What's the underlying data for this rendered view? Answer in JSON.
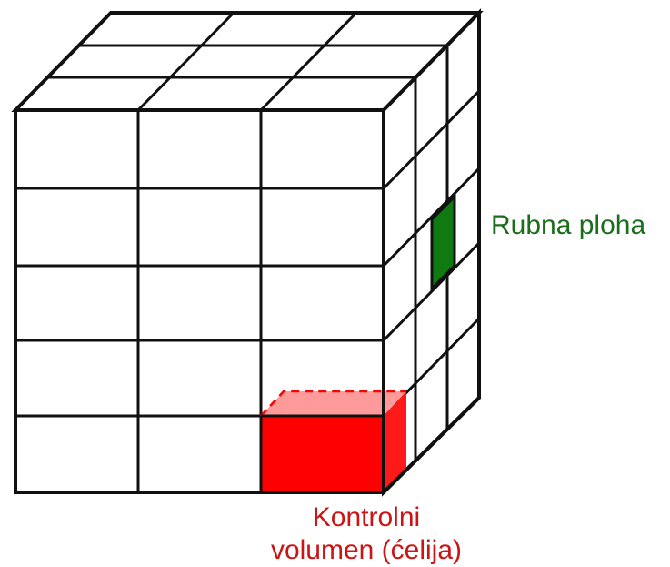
{
  "labels": {
    "boundary_face": "Rubna ploha",
    "control_volume_line1": "Kontrolni",
    "control_volume_line2": "volumen (ćelija)"
  },
  "colors": {
    "outline": "#111111",
    "boundary_face": "#0f7a0f",
    "control_volume": "#ff0000",
    "control_volume_top": "#ff9a9a",
    "boundary_label": "#1c6e1c",
    "control_volume_label": "#cc1414"
  }
}
